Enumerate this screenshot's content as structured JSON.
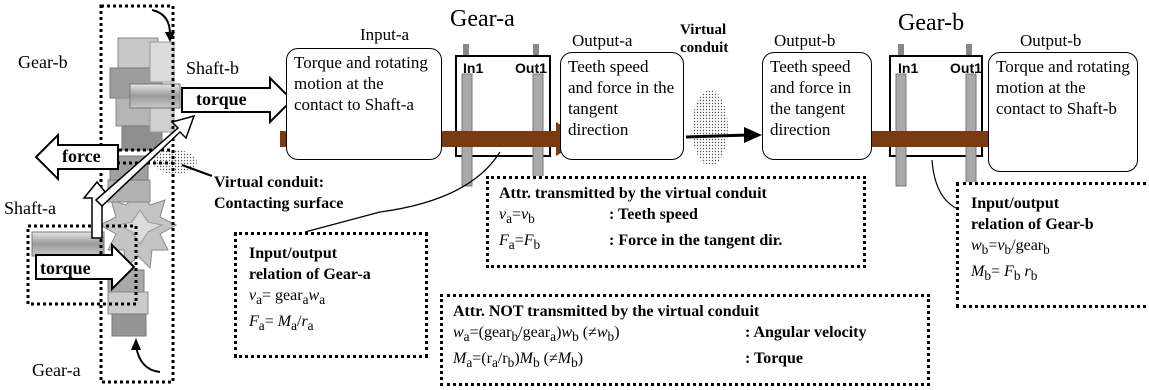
{
  "left": {
    "gear_b_label": "Gear-b",
    "gear_a_label": "Gear-a",
    "shaft_b_label": "Shaft-b",
    "shaft_a_label": "Shaft-a",
    "torque_top": "torque",
    "torque_bottom": "torque",
    "force": "force",
    "virtual_conduit_1": "Virtual conduit:",
    "virtual_conduit_2": "Contacting surface"
  },
  "gear_a": {
    "title": "Gear-a",
    "in_label": "In1",
    "out_label": "Out1",
    "input_title": "Input-a",
    "input_text": "Torque and rotating motion at the contact to Shaft-a",
    "output_title": "Output-a",
    "output_text": "Teeth speed and force in the tangent direction"
  },
  "conduit": {
    "label_1": "Virtual",
    "label_2": "conduit"
  },
  "gear_b": {
    "title": "Gear-b",
    "in_label": "In1",
    "out_label": "Out1",
    "input_title": "Output-b",
    "input_text": "Teeth speed and force in the tangent direction",
    "output_title": "Output-b",
    "output_text": "Torque and rotating motion at the contact to Shaft-b"
  },
  "io_a": {
    "title_1": "Input/output",
    "title_2": "relation of Gear-a",
    "eq1": "v_a = gear_a w_a",
    "eq2": "F_a = M_a / r_a"
  },
  "io_b": {
    "title_1": "Input/output",
    "title_2": "relation of Gear-b",
    "eq1": "w_b = v_b / gear_b",
    "eq2": "M_b = F_b r_b"
  },
  "transmitted": {
    "title": "Attr. transmitted by the virtual conduit",
    "row1_desc": ": Teeth speed",
    "row2_desc": ": Force in the tangent dir."
  },
  "not_transmitted": {
    "title": "Attr. NOT transmitted by the virtual conduit",
    "row1_desc": ": Angular velocity",
    "row2_desc": ": Torque"
  },
  "colors": {
    "brown_arrow": "#7b3b12",
    "block_gray": "#a9a9a9",
    "gear_gray": "#9a9a9a"
  }
}
